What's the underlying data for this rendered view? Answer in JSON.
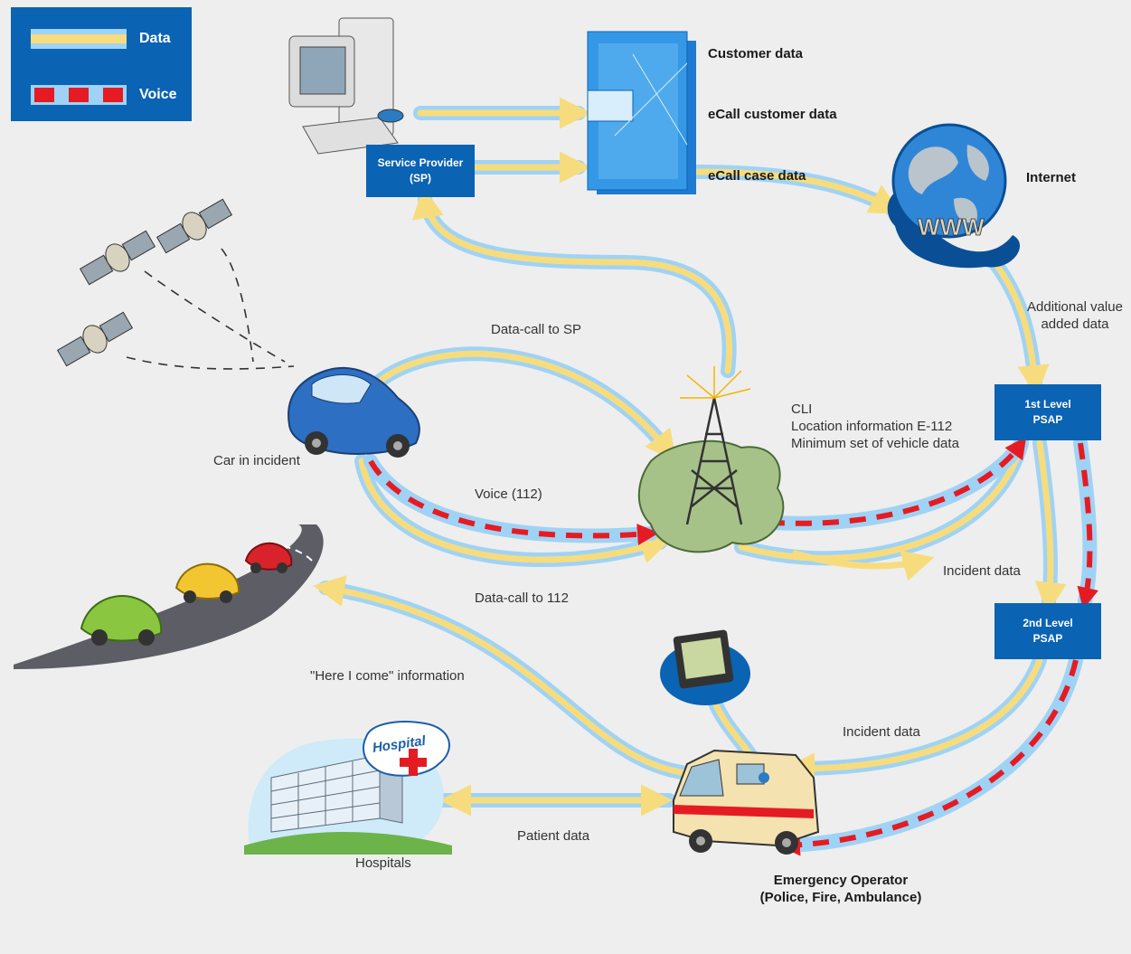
{
  "legend": {
    "data_label": "Data",
    "voice_label": "Voice"
  },
  "colors": {
    "data_line": "#f7dc7e",
    "data_halo": "#9fd3f5",
    "voice": "#e51b23",
    "box": "#0b63b3",
    "background": "#eeeeee"
  },
  "nodes": {
    "service_provider": [
      "Service Provider",
      "(SP)"
    ],
    "psap1": [
      "1st Level",
      "PSAP"
    ],
    "psap2": [
      "2nd Level",
      "PSAP"
    ]
  },
  "labels": {
    "customer_data": "Customer data",
    "ecall_customer_data": "eCall customer data",
    "ecall_case_data": "eCall case data",
    "internet": "Internet",
    "additional_value": [
      "Additional value",
      "added data"
    ],
    "cli": [
      "CLI",
      "Location information E-112",
      "Minimum set of vehicle data"
    ],
    "data_call_sp": "Data-call to SP",
    "car_in_incident": "Car in incident",
    "voice_112": "Voice (112)",
    "data_call_112": "Data-call to 112",
    "incident_data_1": "Incident data",
    "incident_data_2": "Incident data",
    "here_i_come": "\"Here I come\" information",
    "patient_data": "Patient data",
    "hospitals": "Hospitals",
    "emergency_operator": [
      "Emergency Operator",
      "(Police, Fire, Ambulance)"
    ]
  },
  "icons": {
    "computer": "desktop-computer-icon",
    "database": "database-server-icon",
    "globe": "internet-globe-icon",
    "satellite": "satellite-icon",
    "car": "car-icon",
    "tower": "antenna-tower-icon",
    "road": "road-traffic-icon",
    "monitor": "gps-monitor-icon",
    "hospital": "hospital-building-icon",
    "ambulance": "ambulance-icon"
  },
  "hospital_sign": "Hospital"
}
